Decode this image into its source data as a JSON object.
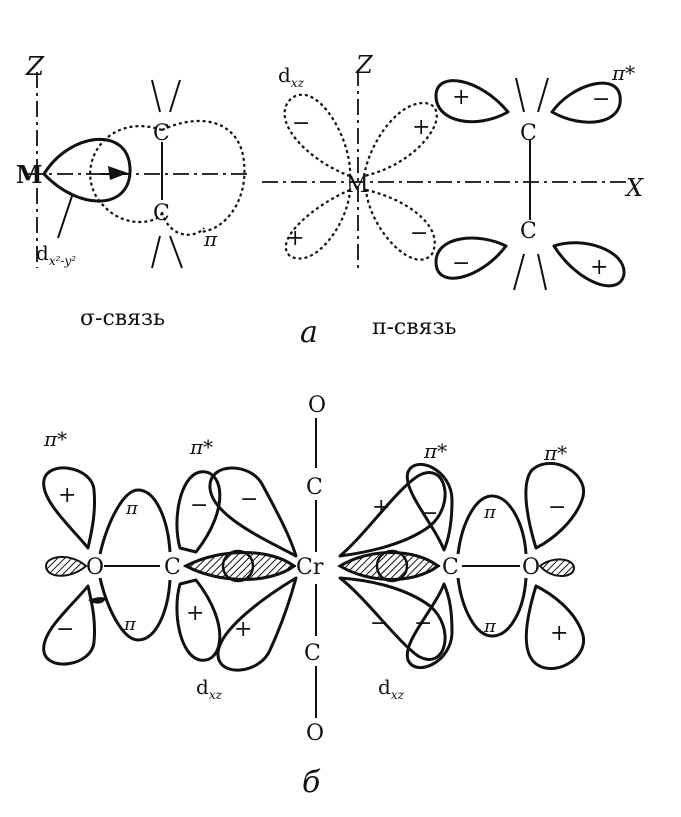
{
  "part_a": {
    "sigma": {
      "axis_z": "Z",
      "metal": "M",
      "carbon_top": "C",
      "carbon_bottom": "C",
      "orbital_label": "d",
      "orbital_sub": "x²-y²",
      "pi_label": "π",
      "caption": "σ-связь"
    },
    "pi": {
      "axis_z": "Z",
      "axis_x": "X",
      "metal": "M",
      "orbital_label": "d",
      "orbital_sub": "xz",
      "pi_star": "π*",
      "carbon_top": "C",
      "carbon_bottom": "C",
      "signs": [
        "−",
        "+",
        "+",
        "−",
        "+",
        "−",
        "−",
        "+"
      ],
      "caption": "π-связь"
    },
    "panel_label": "а"
  },
  "part_b": {
    "atoms": {
      "o_top": "O",
      "c_top": "C",
      "cr": "Cr",
      "c_bottom": "C",
      "o_bottom": "O",
      "o_left": "O",
      "c_left": "C",
      "c_right": "C",
      "o_right": "O"
    },
    "pi_star_labels": [
      "π*",
      "π*",
      "π*",
      "π*"
    ],
    "pi_labels": [
      "π",
      "π",
      "π",
      "π"
    ],
    "signs": [
      "+",
      "−",
      "−",
      "−",
      "+",
      "+",
      "+",
      "−",
      "−",
      "−",
      "+"
    ],
    "orbital_label": "d",
    "orbital_sub": "xz",
    "panel_label": "б"
  }
}
